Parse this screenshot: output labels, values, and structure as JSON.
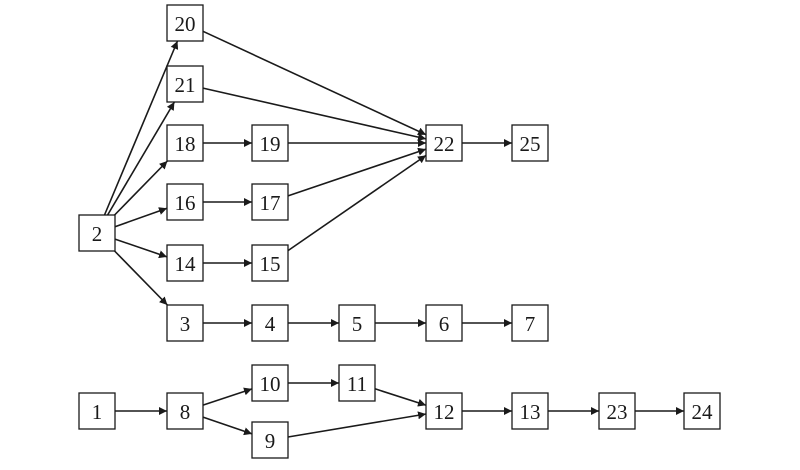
{
  "diagram": {
    "nodes": [
      {
        "id": "20",
        "label": "20"
      },
      {
        "id": "21",
        "label": "21"
      },
      {
        "id": "18",
        "label": "18"
      },
      {
        "id": "19",
        "label": "19"
      },
      {
        "id": "22",
        "label": "22"
      },
      {
        "id": "25",
        "label": "25"
      },
      {
        "id": "2",
        "label": "2"
      },
      {
        "id": "16",
        "label": "16"
      },
      {
        "id": "17",
        "label": "17"
      },
      {
        "id": "14",
        "label": "14"
      },
      {
        "id": "15",
        "label": "15"
      },
      {
        "id": "3",
        "label": "3"
      },
      {
        "id": "4",
        "label": "4"
      },
      {
        "id": "5",
        "label": "5"
      },
      {
        "id": "6",
        "label": "6"
      },
      {
        "id": "7",
        "label": "7"
      },
      {
        "id": "1",
        "label": "1"
      },
      {
        "id": "8",
        "label": "8"
      },
      {
        "id": "10",
        "label": "10"
      },
      {
        "id": "11",
        "label": "11"
      },
      {
        "id": "9",
        "label": "9"
      },
      {
        "id": "12",
        "label": "12"
      },
      {
        "id": "13",
        "label": "13"
      },
      {
        "id": "23",
        "label": "23"
      },
      {
        "id": "24",
        "label": "24"
      }
    ],
    "edges": [
      {
        "from": "2",
        "to": "20"
      },
      {
        "from": "2",
        "to": "21"
      },
      {
        "from": "2",
        "to": "18"
      },
      {
        "from": "2",
        "to": "16"
      },
      {
        "from": "2",
        "to": "14"
      },
      {
        "from": "2",
        "to": "3"
      },
      {
        "from": "20",
        "to": "22"
      },
      {
        "from": "21",
        "to": "22"
      },
      {
        "from": "18",
        "to": "19"
      },
      {
        "from": "19",
        "to": "22"
      },
      {
        "from": "16",
        "to": "17"
      },
      {
        "from": "17",
        "to": "22"
      },
      {
        "from": "14",
        "to": "15"
      },
      {
        "from": "15",
        "to": "22"
      },
      {
        "from": "22",
        "to": "25"
      },
      {
        "from": "3",
        "to": "4"
      },
      {
        "from": "4",
        "to": "5"
      },
      {
        "from": "5",
        "to": "6"
      },
      {
        "from": "6",
        "to": "7"
      },
      {
        "from": "1",
        "to": "8"
      },
      {
        "from": "8",
        "to": "10"
      },
      {
        "from": "8",
        "to": "9"
      },
      {
        "from": "10",
        "to": "11"
      },
      {
        "from": "11",
        "to": "12"
      },
      {
        "from": "9",
        "to": "12"
      },
      {
        "from": "12",
        "to": "13"
      },
      {
        "from": "13",
        "to": "23"
      },
      {
        "from": "23",
        "to": "24"
      }
    ]
  }
}
